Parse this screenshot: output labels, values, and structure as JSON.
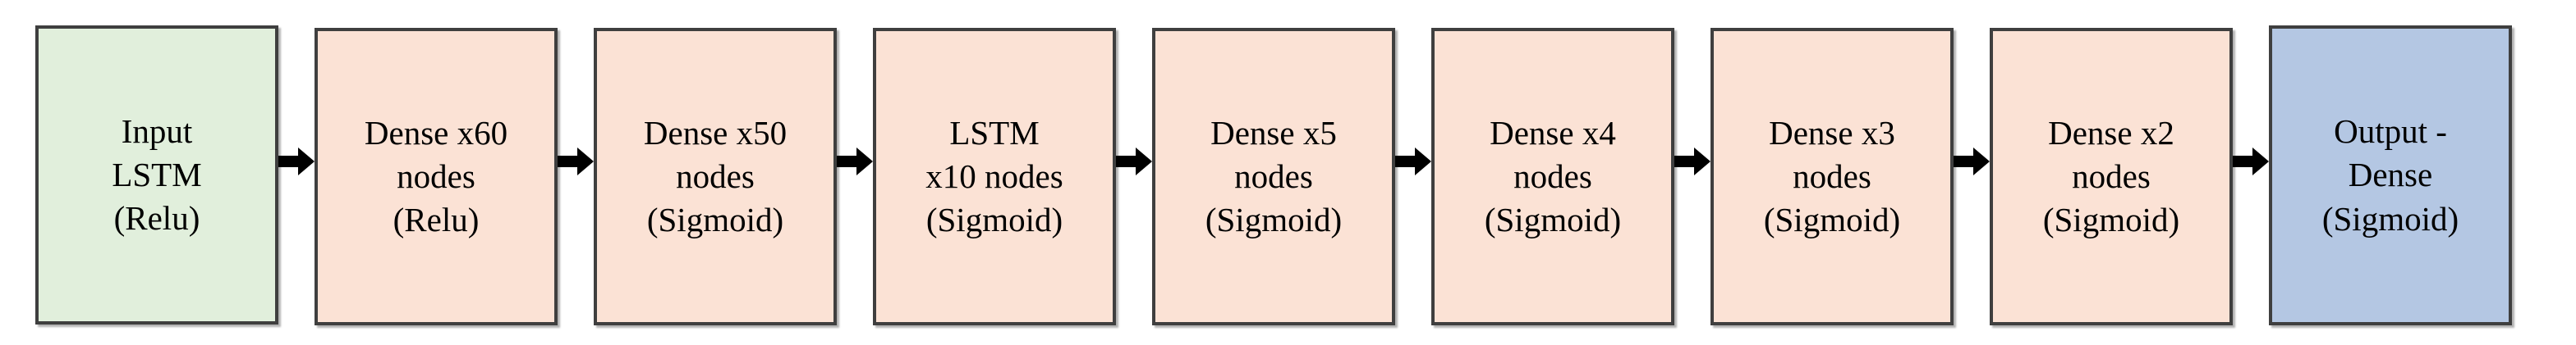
{
  "diagram": {
    "title": "Neural network layer architecture flow",
    "type": "flowchart",
    "orientation": "left-to-right",
    "colors": {
      "input_fill": "#e1efdc",
      "hidden_fill": "#fbe2d5",
      "output_fill": "#b4c7e3",
      "border": "#3f3f3f",
      "text": "#000000",
      "arrow": "#000000",
      "background": "#ffffff"
    },
    "connector_icon": "right-arrow-icon",
    "nodes": [
      {
        "id": "input-lstm",
        "role": "input",
        "label": "Input\nLSTM\n(Relu)",
        "layer_type": "LSTM",
        "activation": "Relu",
        "units": null
      },
      {
        "id": "dense-x60",
        "role": "hidden",
        "label": "Dense x60\nnodes\n(Relu)",
        "layer_type": "Dense",
        "activation": "Relu",
        "units": 60
      },
      {
        "id": "dense-x50",
        "role": "hidden",
        "label": "Dense x50\nnodes\n(Sigmoid)",
        "layer_type": "Dense",
        "activation": "Sigmoid",
        "units": 50
      },
      {
        "id": "lstm-x10",
        "role": "hidden",
        "label": "LSTM\nx10 nodes\n(Sigmoid)",
        "layer_type": "LSTM",
        "activation": "Sigmoid",
        "units": 10
      },
      {
        "id": "dense-x5",
        "role": "hidden",
        "label": "Dense x5\nnodes\n(Sigmoid)",
        "layer_type": "Dense",
        "activation": "Sigmoid",
        "units": 5
      },
      {
        "id": "dense-x4",
        "role": "hidden",
        "label": "Dense x4\nnodes\n(Sigmoid)",
        "layer_type": "Dense",
        "activation": "Sigmoid",
        "units": 4
      },
      {
        "id": "dense-x3",
        "role": "hidden",
        "label": "Dense x3\nnodes\n(Sigmoid)",
        "layer_type": "Dense",
        "activation": "Sigmoid",
        "units": 3
      },
      {
        "id": "dense-x2",
        "role": "hidden",
        "label": "Dense x2\nnodes\n(Sigmoid)",
        "layer_type": "Dense",
        "activation": "Sigmoid",
        "units": 2
      },
      {
        "id": "output-dense",
        "role": "output",
        "label": "Output -\nDense\n(Sigmoid)",
        "layer_type": "Dense",
        "activation": "Sigmoid",
        "units": null
      }
    ]
  }
}
